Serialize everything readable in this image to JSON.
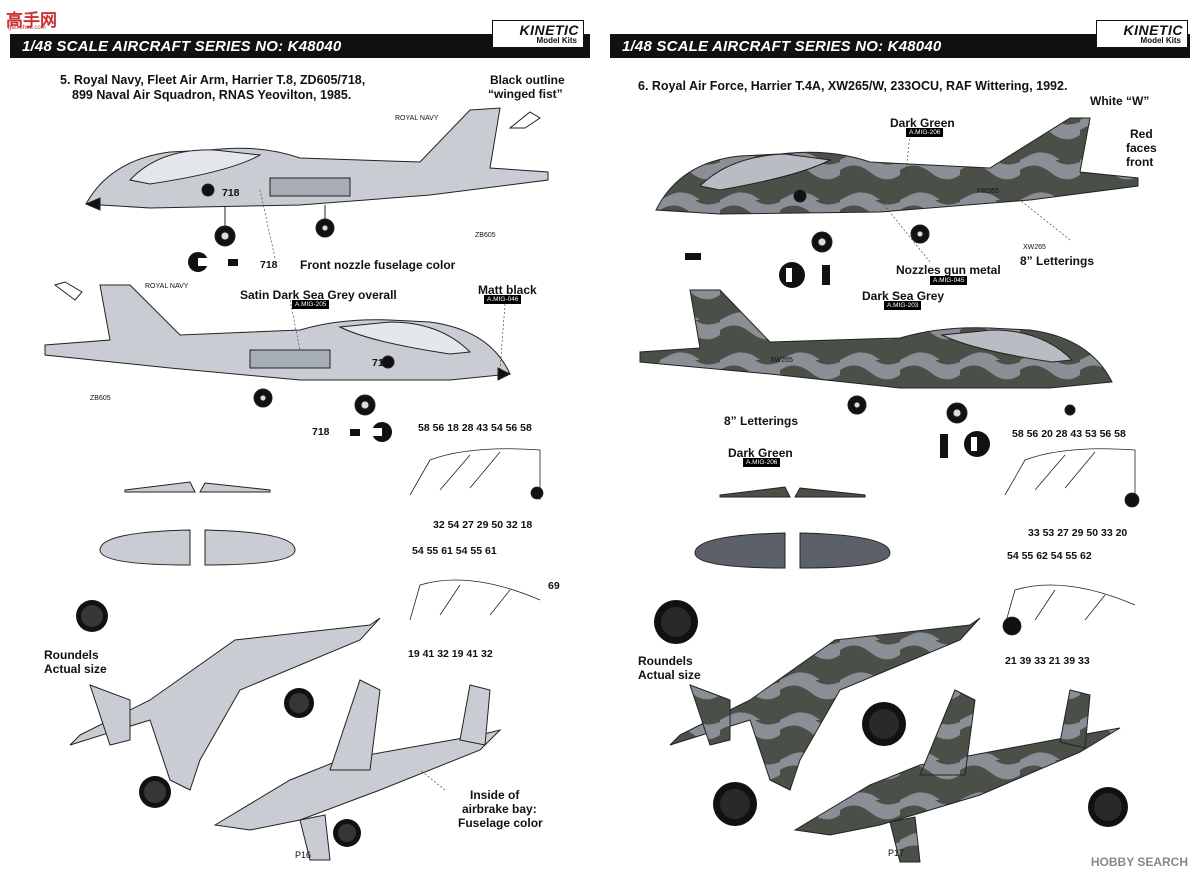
{
  "watermark": {
    "mark": "高手网",
    "sub": "gao.shou.com"
  },
  "left": {
    "header": {
      "title": "1/48 SCALE AIRCRAFT SERIES NO: K48040",
      "brand": "KINETIC",
      "brand_sub": "Model Kits"
    },
    "caption_line1": "5. Royal Navy, Fleet Air Arm, Harrier T.8, ZD605/718,",
    "caption_line2": "899 Naval Air Squadron, RNAS Yeovilton, 1985.",
    "labels": {
      "black_outline_1": "Black outline",
      "black_outline_2": "“winged fist”",
      "royal_navy": "ROYAL NAVY",
      "royal_navy_2": "ROYAL NAVY",
      "serial": "ZB605",
      "serial_2": "ZB605",
      "front_nozzle": "Front nozzle fuselage color",
      "sdsg": "Satin Dark Sea Grey overall",
      "sdsg_code": "A.MIG-205",
      "matt_black": "Matt black",
      "matt_black_code": "A.MIG-046",
      "code_718_a": "718",
      "code_718_b": "718",
      "code_718_c": "718",
      "code_718_d": "718",
      "roundels_1": "Roundels",
      "roundels_2": "Actual size",
      "inside_1": "Inside of",
      "inside_2": "airbrake bay:",
      "inside_3": "Fuselage color",
      "page": "P16"
    },
    "nums_top_row": "58  56  18  28  43  54  56  58",
    "nums_bot_row": "32  54  27  29 50 32    18",
    "nums_top_row2": "54 55      61       54  55   61",
    "num_69": "69",
    "nums_bot_row2": "19   41   32   19   41   32"
  },
  "right": {
    "header": {
      "title": "1/48 SCALE AIRCRAFT SERIES NO: K48040",
      "brand": "KINETIC",
      "brand_sub": "Model Kits"
    },
    "caption_line1": "6. Royal Air Force, Harrier T.4A, XW265/W, 233OCU, RAF Wittering, 1992.",
    "labels": {
      "white_w": "White “W”",
      "red_faces_1": "Red",
      "red_faces_2": "faces",
      "red_faces_3": "front",
      "dark_green": "Dark Green",
      "dark_green_code": "A.MIG-206",
      "xw265": "XW265",
      "xw265_2": "XW265",
      "xw265_3": "XW265",
      "lettering": "8” Letterings",
      "lettering_2": "8” Letterings",
      "nozzles": "Nozzles gun metal",
      "nozzles_code": "A.MIG-045",
      "dsg": "Dark Sea Grey",
      "dsg_code": "A.MIG-203",
      "dark_green_2": "Dark Green",
      "dark_green_code_2": "A.MIG-206",
      "roundels_1": "Roundels",
      "roundels_2": "Actual size",
      "page": "P17"
    },
    "nums_top_row": "58  56  20  28  43  53  56  58",
    "nums_bot_row": "33  53  27  29 50 33    20",
    "nums_top_row2": "54 55       62       54 55 62",
    "nums_bot_row2": "21   39   33   21   39   33"
  },
  "footer": {
    "hobby": "HOBBY SEARCH"
  },
  "colors": {
    "grey_fuselage": "#c9cdd3",
    "dark_sea_grey": "#7a7f87",
    "dark_green": "#4a5048",
    "black": "#111111"
  }
}
